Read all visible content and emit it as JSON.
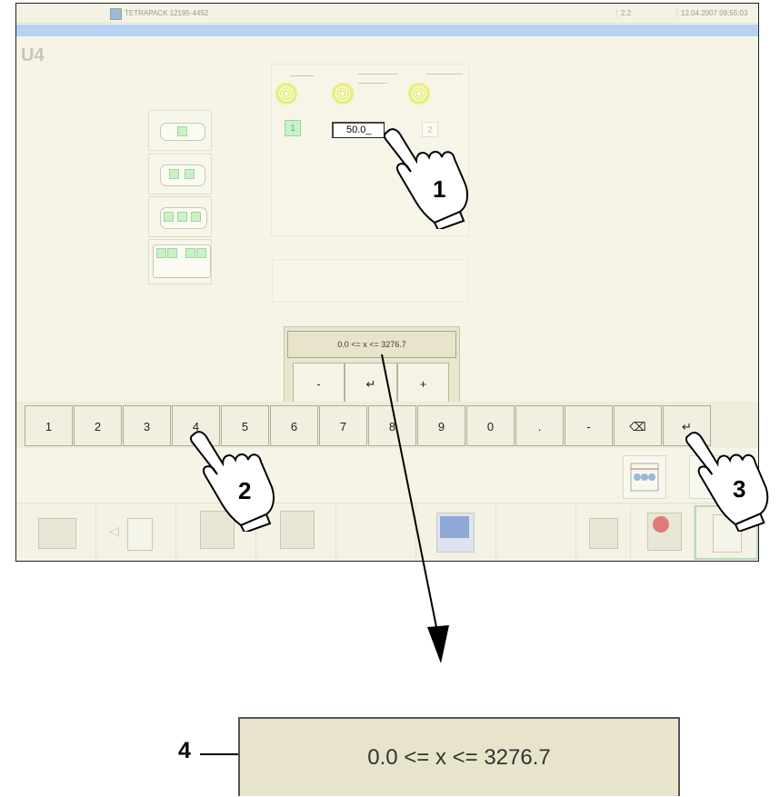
{
  "titlebar": {
    "app_name": "TETRAPACK 12195-4452",
    "version": "2.2",
    "datetime": "12.04.2007 09:55:03"
  },
  "screen_id": "U4",
  "options": {
    "option1": "1",
    "option2": "2",
    "value_input": "50.0_"
  },
  "range_popup": {
    "range_label": "0.0 <= x <= 3276.7",
    "minus_label": "-",
    "enter_label": "↵",
    "plus_label": "+"
  },
  "keypad": {
    "keys": [
      "1",
      "2",
      "3",
      "4",
      "5",
      "6",
      "7",
      "8",
      "9",
      "0",
      ".",
      "-",
      "⌫",
      "↵"
    ]
  },
  "callouts": {
    "step1": "1",
    "step2": "2",
    "step3": "3",
    "step4": "4"
  },
  "zoom": {
    "range_label": "0.0 <= x <= 3276.7"
  },
  "icons": [
    "screen-switch-icon",
    "arrow-left-list-icon",
    "network-icon",
    "network-transfer-icon",
    "monitor-icon",
    "io-icon",
    "stop-icon",
    "machine-icon",
    "reel-icon",
    "dimension-icon"
  ]
}
